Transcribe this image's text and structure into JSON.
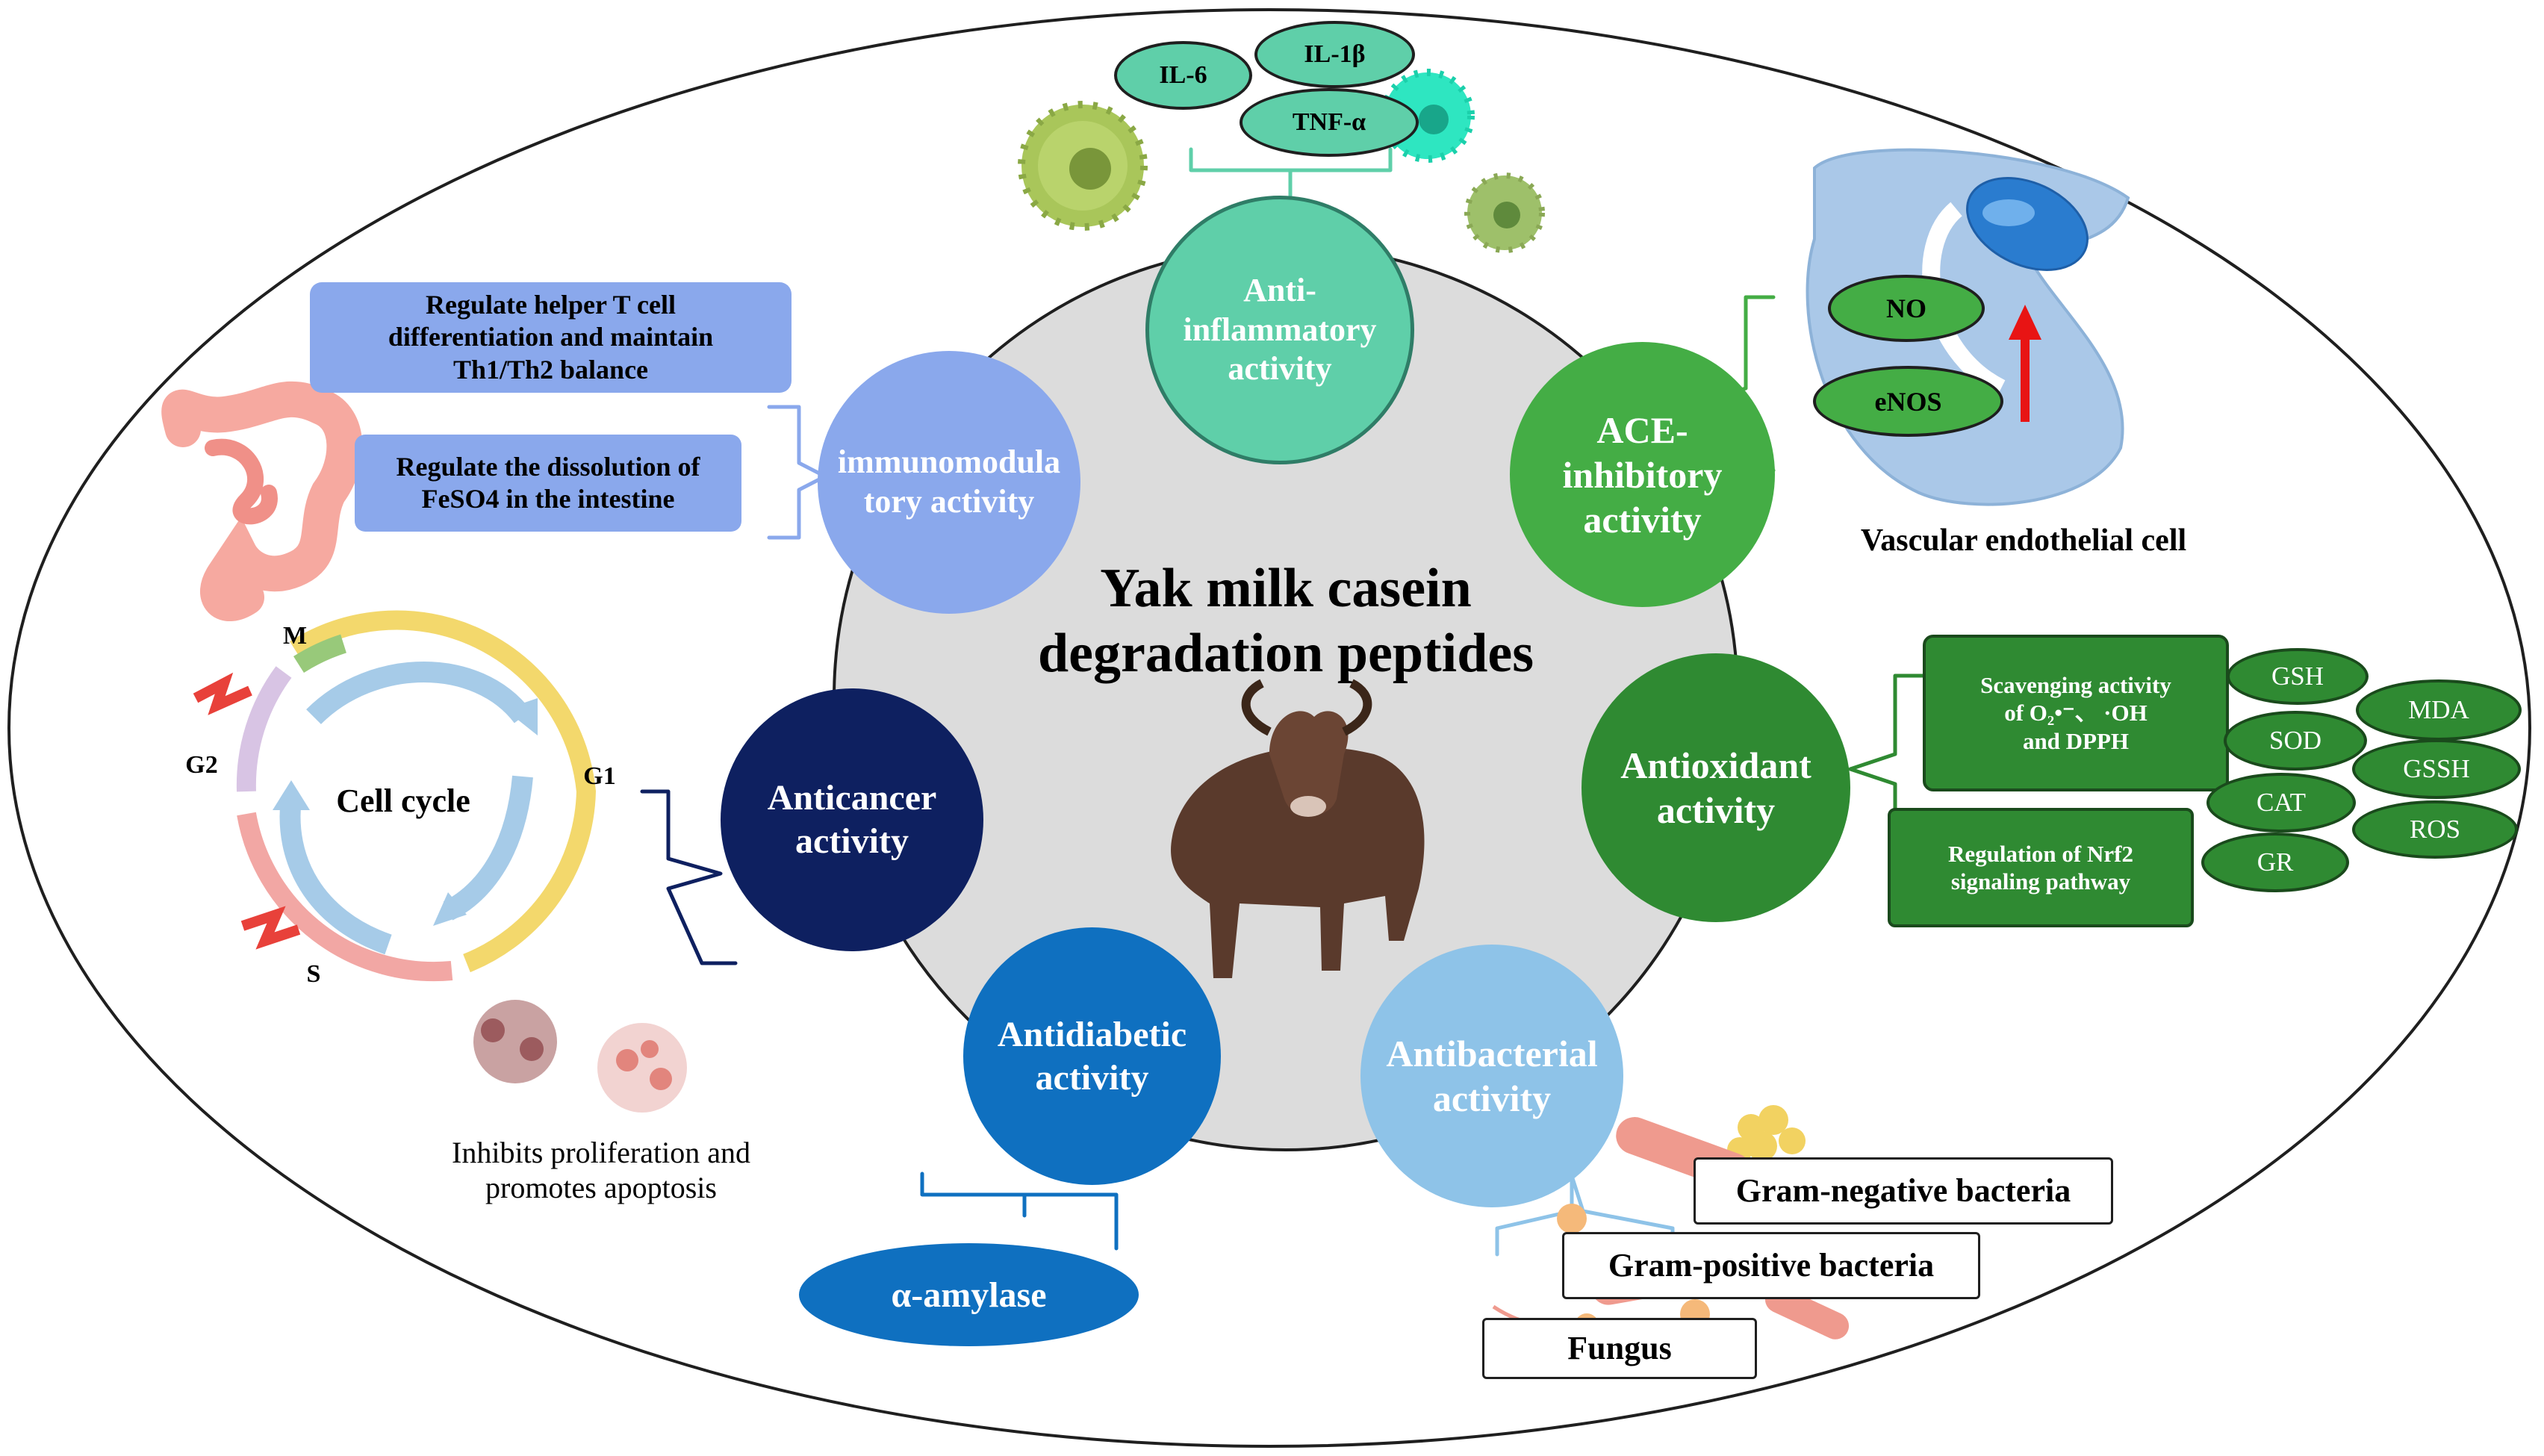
{
  "center_title": {
    "line1": "Yak milk casein",
    "line2": "degradation peptides"
  },
  "activities": {
    "anti_inflammatory": {
      "line1": "Anti-",
      "line2": "inflammatory",
      "line3": "activity"
    },
    "ace": {
      "line1": "ACE-",
      "line2": "inhibitory",
      "line3": "activity"
    },
    "antioxidant": {
      "line1": "Antioxidant",
      "line2": "activity"
    },
    "antibacterial": {
      "line1": "Antibacterial",
      "line2": "activity"
    },
    "antidiabetic": {
      "line1": "Antidiabetic",
      "line2": "activity"
    },
    "anticancer": {
      "line1": "Anticancer",
      "line2": "activity"
    },
    "immunomodulatory": {
      "line1": "immunomodula",
      "line2": "tory activity"
    }
  },
  "cytokines": {
    "il6": "IL-6",
    "il1b": "IL-1β",
    "tnfa": "TNF-α"
  },
  "ace_detail": {
    "no": "NO",
    "enos": "eNOS",
    "cell_label": "Vascular endothelial cell"
  },
  "antioxidant_detail": {
    "scavenging": {
      "line1": "Scavenging activity",
      "line2": "of O₂•⁻、 ·OH",
      "line3": "and DPPH"
    },
    "nrf2": {
      "line1": "Regulation of Nrf2",
      "line2": "signaling pathway"
    },
    "markers": [
      "GSH",
      "MDA",
      "SOD",
      "GSSH",
      "CAT",
      "ROS",
      "GR"
    ]
  },
  "antibacterial_detail": {
    "gram_negative": "Gram-negative bacteria",
    "gram_positive": "Gram-positive bacteria",
    "fungus": "Fungus"
  },
  "antidiabetic_detail": {
    "enzyme": "α-amylase"
  },
  "anticancer_detail": {
    "cell_cycle": "Cell cycle",
    "phase_m": "M",
    "phase_g1": "G1",
    "phase_g2": "G2",
    "phase_s": "S",
    "effect_line1": "Inhibits proliferation and",
    "effect_line2": "promotes apoptosis"
  },
  "immuno_detail": {
    "box1": {
      "line1": "Regulate helper T cell",
      "line2": "differentiation and maintain",
      "line3": "Th1/Th2 balance"
    },
    "box2": {
      "line1": "Regulate the dissolution of",
      "line2": "FeSO4 in the intestine"
    }
  },
  "colors": {
    "anti_inflammatory": "#5fcfa9",
    "ace": "#44ad45",
    "antioxidant": "#2f8a32",
    "antibacterial": "#8ec3e8",
    "antidiabetic": "#0f70c0",
    "anticancer": "#0e2060",
    "immunomodulatory": "#8aa8ec",
    "center": "#dcdcdc"
  }
}
